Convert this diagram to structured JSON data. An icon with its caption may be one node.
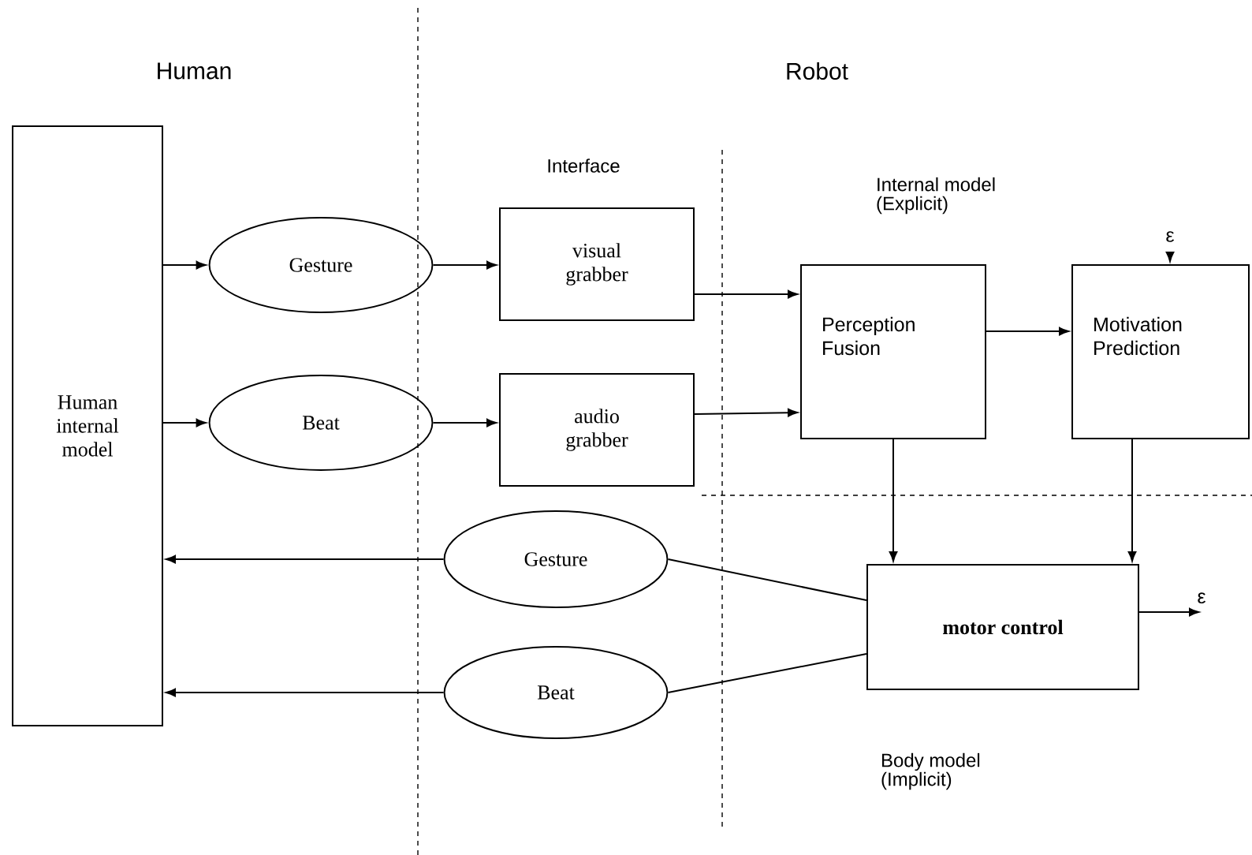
{
  "diagram": {
    "nodes": [
      {
        "text": [
          "Human internal model"
        ]
      },
      {
        "text": [
          "Gesture"
        ]
      },
      {
        "text": [
          "Beat"
        ]
      },
      {
        "text": [
          "visual grabber"
        ]
      },
      {
        "text": [
          "audio grabber"
        ]
      },
      {
        "text": [
          "Perception Fusion"
        ]
      },
      {
        "text": [
          "Motivation Prediction"
        ]
      },
      {
        "text": [
          "motor control"
        ]
      },
      {
        "text": [
          "Gesture"
        ]
      },
      {
        "text": [
          "Beat"
        ]
      },
      {
        "text": [
          "ε"
        ]
      }
    ],
    "edges": [
      {
        "from": 0,
        "to": 1,
        "arrow": "to"
      },
      {
        "from": 1,
        "to": 3,
        "arrow": "to"
      },
      {
        "from": 3,
        "to": 5,
        "arrow": "to"
      },
      {
        "from": 0,
        "to": 2,
        "arrow": "to"
      },
      {
        "from": 2,
        "to": 4,
        "arrow": "to"
      },
      {
        "from": 4,
        "to": 5,
        "arrow": "to"
      },
      {
        "from": 5,
        "to": 6,
        "arrow": "to"
      },
      {
        "from": 10,
        "to": 6,
        "arrow": "to"
      },
      {
        "from": 5,
        "to": 7,
        "arrow": "to"
      },
      {
        "from": 6,
        "to": 7,
        "arrow": "to"
      },
      {
        "from": 8,
        "to": 0,
        "arrow": "to"
      },
      {
        "from": 9,
        "to": 0,
        "arrow": "to"
      },
      {
        "from": 8,
        "to": 7,
        "arrow": "none"
      },
      {
        "from": 9,
        "to": 7,
        "arrow": "none"
      },
      {
        "from": 7,
        "to": null,
        "arrow": "to",
        "label": "ε"
      }
    ],
    "labels": [
      "Human",
      "Robot",
      "Interface",
      "Internal model (Explicit)",
      "Body model (Implicit)"
    ]
  }
}
